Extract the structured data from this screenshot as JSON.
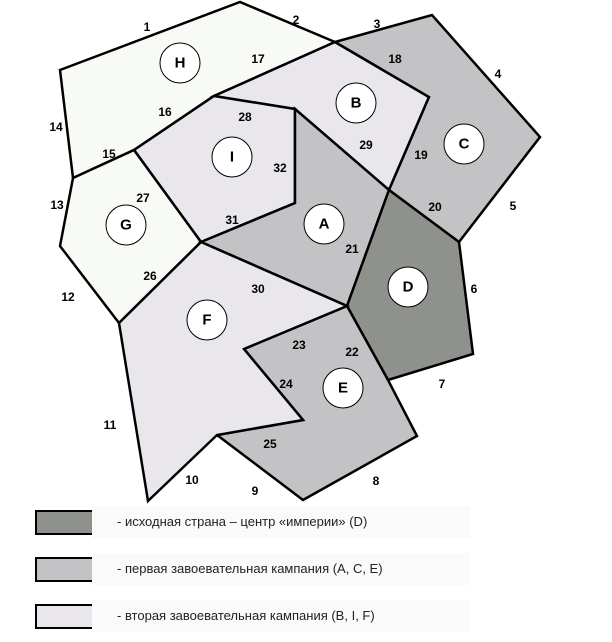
{
  "colors": {
    "empire": "#8f918d",
    "first": "#c3c2c5",
    "second": "#e9e7ec",
    "other": "#f8faf6"
  },
  "regions": [
    {
      "name": "H",
      "fill": "other"
    },
    {
      "name": "B",
      "fill": "second"
    },
    {
      "name": "C",
      "fill": "first"
    },
    {
      "name": "I",
      "fill": "second"
    },
    {
      "name": "G",
      "fill": "other"
    },
    {
      "name": "A",
      "fill": "first"
    },
    {
      "name": "D",
      "fill": "empire"
    },
    {
      "name": "E",
      "fill": "first"
    },
    {
      "name": "F",
      "fill": "second"
    }
  ],
  "edge_labels": [
    "1",
    "2",
    "3",
    "4",
    "5",
    "6",
    "7",
    "8",
    "9",
    "10",
    "11",
    "12",
    "13",
    "14",
    "15",
    "16",
    "17",
    "18",
    "19",
    "20",
    "21",
    "22",
    "23",
    "24",
    "25",
    "26",
    "27",
    "28",
    "29",
    "30",
    "31",
    "32"
  ],
  "legend": [
    {
      "text": "- исходная страна – центр «империи» (D)",
      "fill": "empire"
    },
    {
      "text": "- первая завоевательная кампания (А, С, Е)",
      "fill": "first"
    },
    {
      "text": "- вторая завоевательная кампания (В, I, F)",
      "fill": "second"
    }
  ]
}
